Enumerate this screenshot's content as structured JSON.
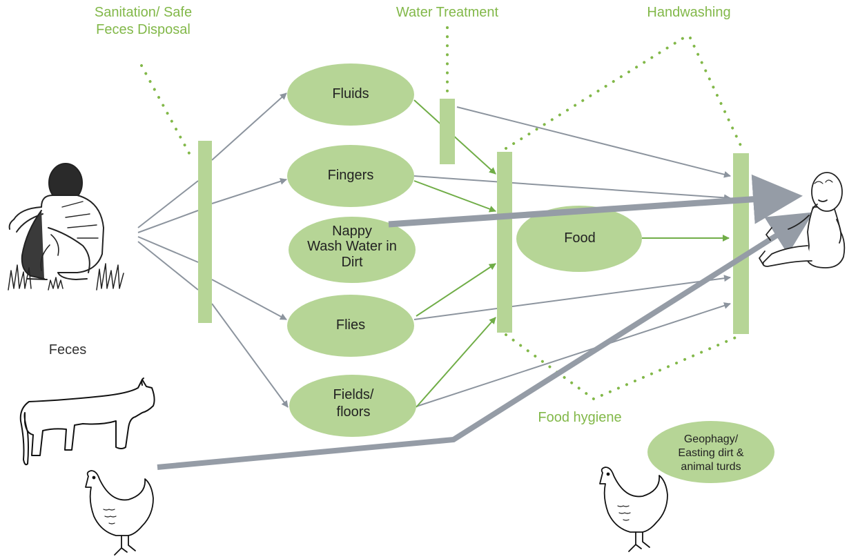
{
  "diagram": {
    "barriers": {
      "sanitation": "Sanitation/ Safe\nFeces Disposal",
      "water_treatment": "Water Treatment",
      "handwashing": "Handwashing",
      "food_hygiene": "Food hygiene"
    },
    "routes": {
      "fluids": "Fluids",
      "fingers": "Fingers",
      "nappy": "Nappy\nWash Water in\nDirt",
      "flies": "Flies",
      "fields": "Fields/\nfloors",
      "food": "Food",
      "geophagy": "Geophagy/\nEasting dirt &\nanimal turds"
    },
    "sources": {
      "feces": "Feces"
    },
    "colors": {
      "green_fill": "#b6d596",
      "green_text": "#82b849",
      "green_arrow": "#70ad47",
      "gray_arrow": "#8c949e",
      "gray_thick": "#959ca6"
    },
    "illustrations": [
      "squatting-person",
      "cow",
      "chicken",
      "chicken",
      "baby"
    ]
  }
}
